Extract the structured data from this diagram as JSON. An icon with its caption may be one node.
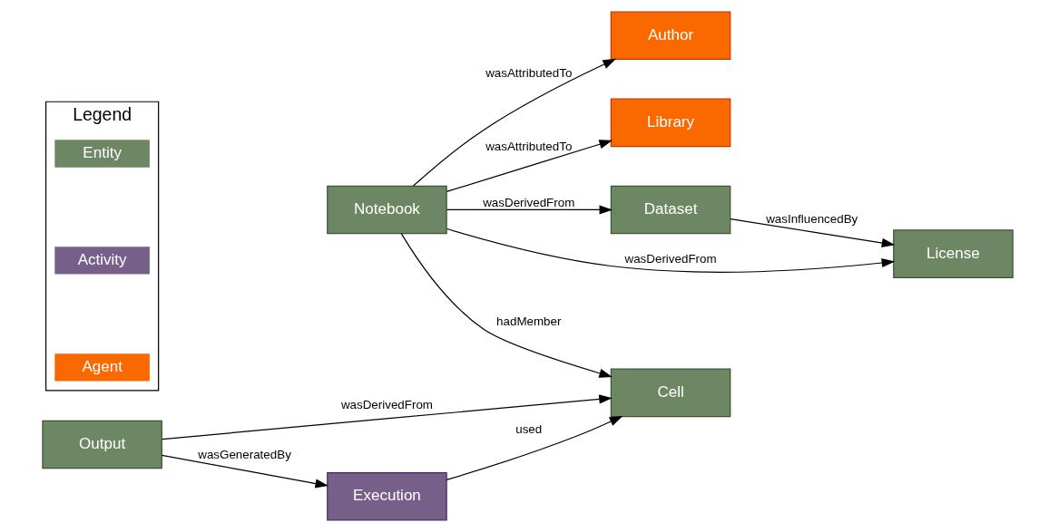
{
  "diagram": {
    "nodes": [
      {
        "text": [
          "Author"
        ]
      },
      {
        "text": [
          "Library"
        ]
      },
      {
        "text": [
          "Notebook"
        ]
      },
      {
        "text": [
          "Cell"
        ]
      },
      {
        "text": [
          "Output"
        ]
      },
      {
        "text": [
          "Execution"
        ]
      },
      {
        "text": [
          "Dataset"
        ]
      },
      {
        "text": [
          "License"
        ]
      },
      {
        "text": [
          "Legend"
        ]
      }
    ],
    "edges": [
      {
        "from": 2,
        "to": 0,
        "arrow": "to",
        "label": "wasAttributedTo"
      },
      {
        "from": 2,
        "to": 1,
        "arrow": "to",
        "label": "wasAttributedTo"
      },
      {
        "from": 2,
        "to": 3,
        "arrow": "to",
        "label": "hadMember"
      },
      {
        "from": 4,
        "to": 3,
        "arrow": "to",
        "label": "wasDerivedFrom"
      },
      {
        "from": 5,
        "to": 3,
        "arrow": "to",
        "label": "used"
      },
      {
        "from": 4,
        "to": 5,
        "arrow": "to",
        "label": "wasGeneratedBy"
      },
      {
        "from": 2,
        "to": 6,
        "arrow": "to",
        "label": "wasDerivedFrom"
      },
      {
        "from": 2,
        "to": 7,
        "arrow": "to",
        "label": "wasDerivedFrom"
      },
      {
        "from": 6,
        "to": 7,
        "arrow": "to",
        "label": "wasInfluencedBy"
      }
    ],
    "legend": [
      {
        "text": "Entity",
        "color": "#6d8764"
      },
      {
        "text": "Activity",
        "color": "#76608a"
      },
      {
        "text": "Agent",
        "color": "#fa6800"
      }
    ]
  }
}
